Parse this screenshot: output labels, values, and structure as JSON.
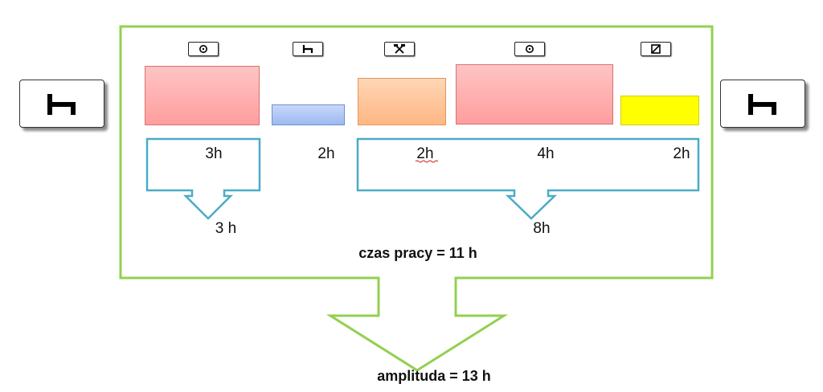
{
  "segments": [
    {
      "symbol": "availability-circle-icon",
      "hours": "3h",
      "color": "#ffb0b0"
    },
    {
      "symbol": "rest-bed-icon",
      "hours": "2h",
      "color": "#adc6f5"
    },
    {
      "symbol": "other-work-hammers-icon",
      "hours": "2h",
      "color": "#ffc9a0"
    },
    {
      "symbol": "availability-circle-icon",
      "hours": "4h",
      "color": "#ffb0b0"
    },
    {
      "symbol": "driving-slash-icon",
      "hours": "2h",
      "color": "#ffff00"
    }
  ],
  "sum_left": "3 h",
  "sum_right": "8h",
  "work_time": "czas pracy = 11 h",
  "amplitude": "amplituda = 13 h",
  "colors": {
    "frame": "#92d050",
    "bracket": "#4bacc6"
  }
}
